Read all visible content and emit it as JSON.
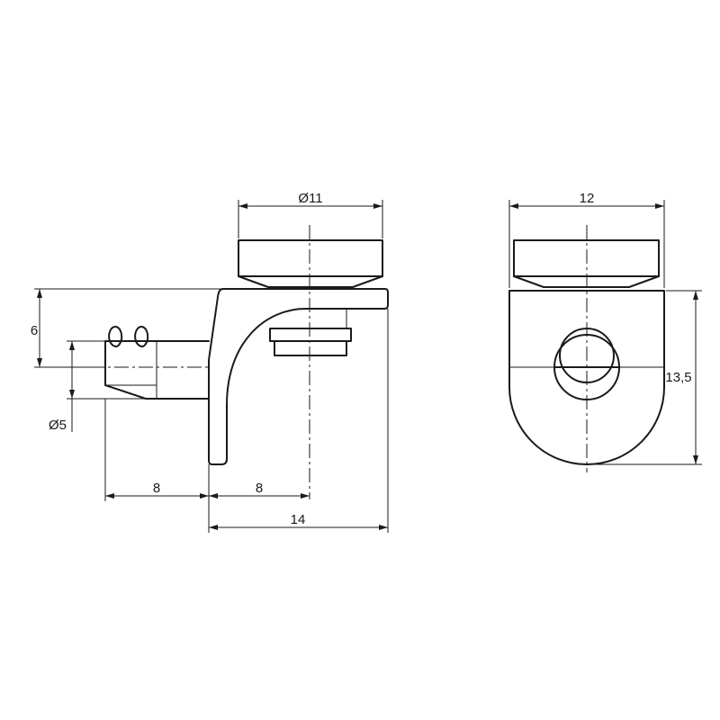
{
  "dimensions": {
    "diameter_head": "Ø11",
    "width_front": "12",
    "height_six": "6",
    "diameter_pin": "Ø5",
    "length_pin": "8",
    "offset_center": "8",
    "overall_length": "14",
    "height_front": "13,5"
  },
  "colors": {
    "line": "#1a1a1a",
    "background": "#ffffff"
  }
}
